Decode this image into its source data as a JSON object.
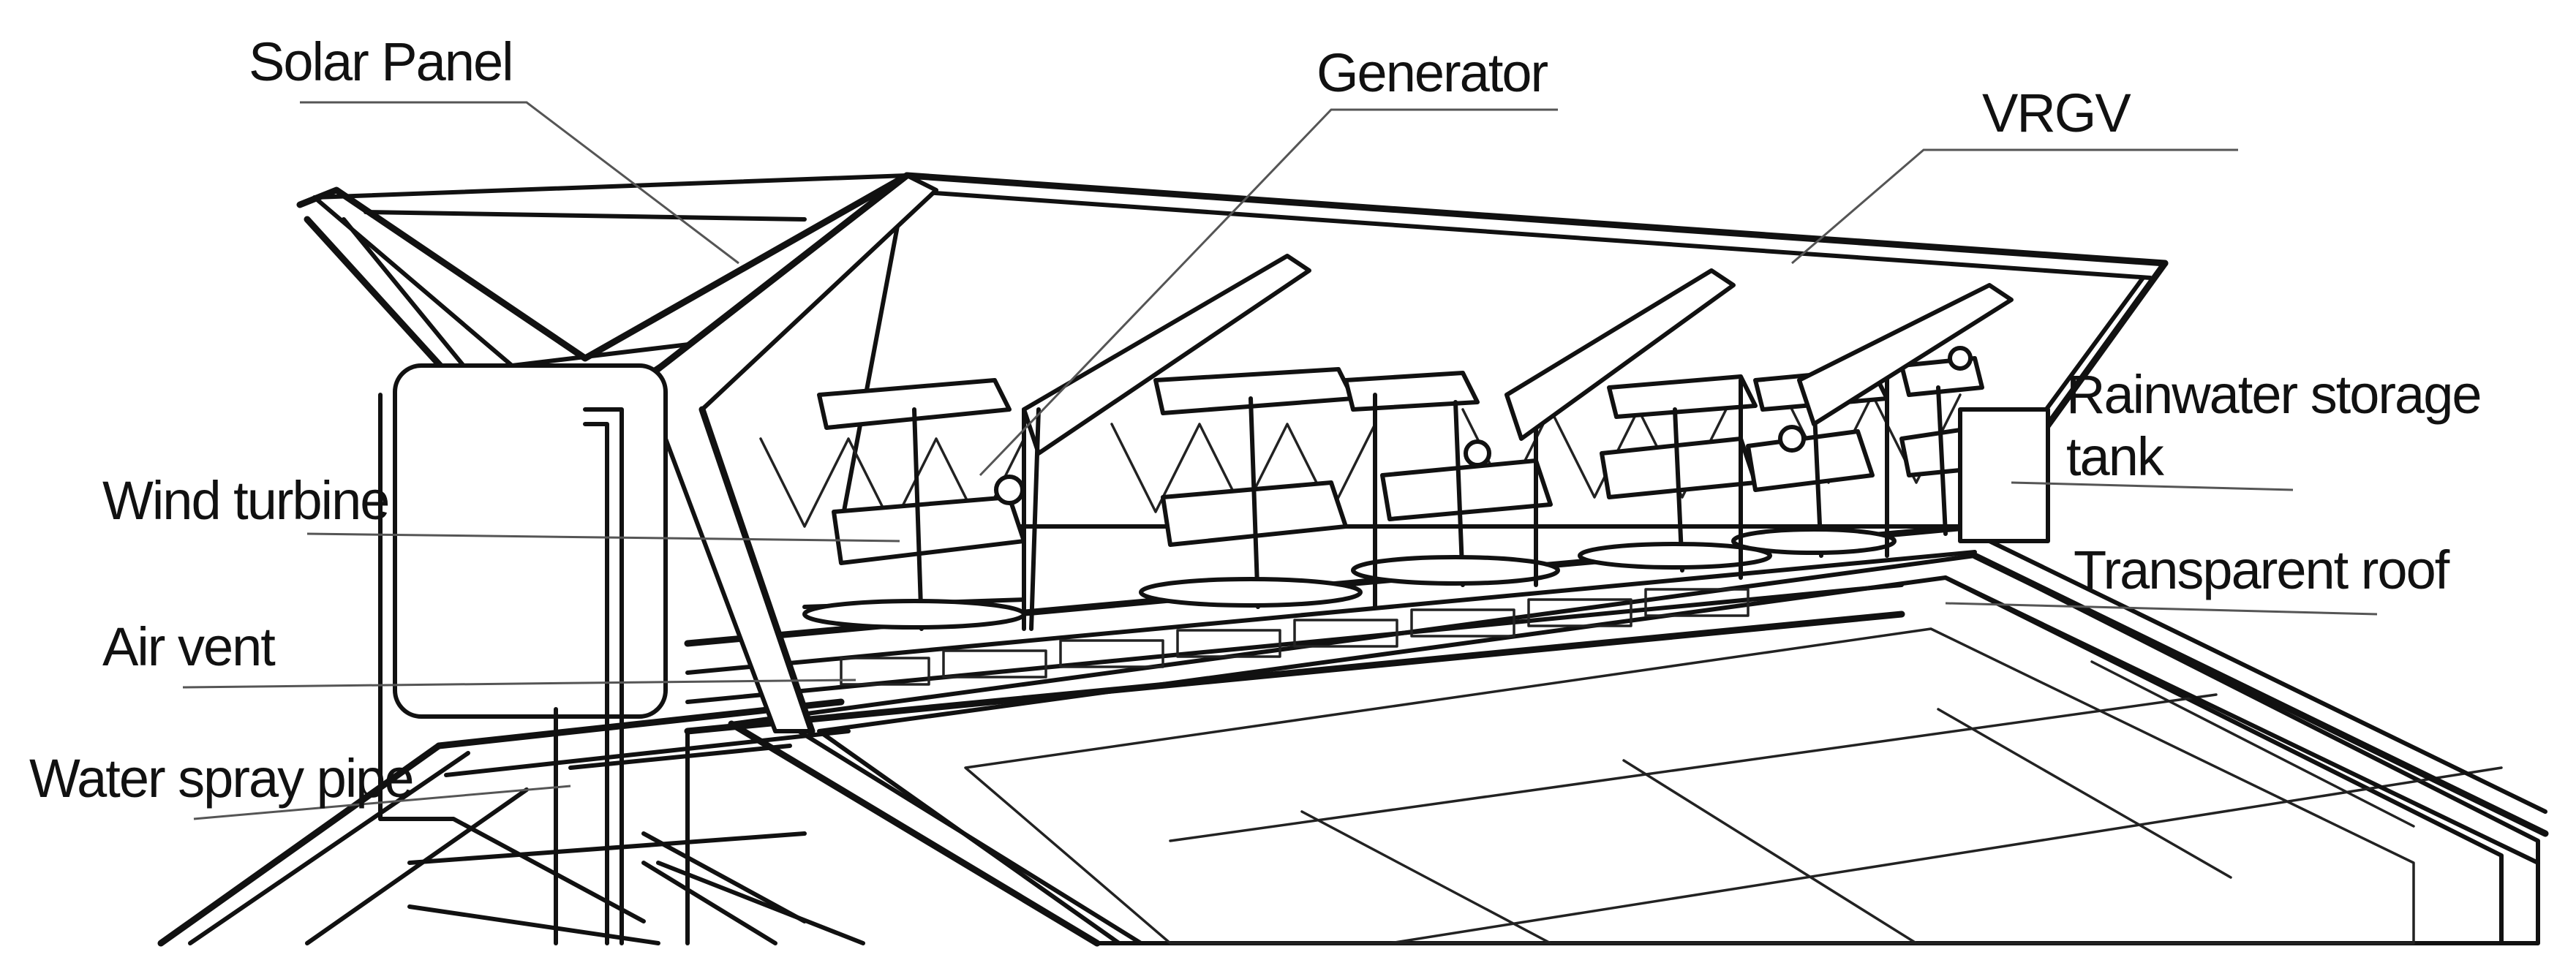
{
  "labels": {
    "solar_panel": "Solar Panel",
    "generator": "Generator",
    "vrgv": "VRGV",
    "rainwater_line1": "Rainwater storage",
    "rainwater_line2": "tank",
    "wind_turbine": "Wind turbine",
    "transparent_roof": "Transparent roof",
    "air_vent": "Air vent",
    "water_spray_pipe": "Water spray pipe"
  },
  "colors": {
    "line": "#111111",
    "leader": "#555555",
    "background": "#ffffff"
  }
}
